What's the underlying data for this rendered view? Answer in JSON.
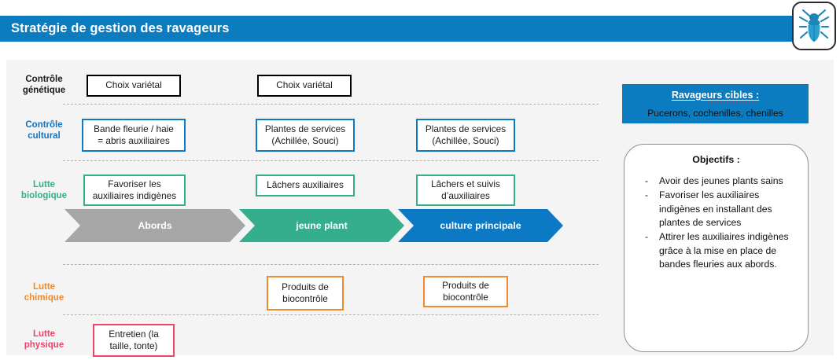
{
  "header": {
    "title": "Stratégie de gestion des ravageurs",
    "bar_color": "#0C7CC1",
    "badge_icon": "beetle-icon"
  },
  "rows": [
    {
      "key": "genetique",
      "label": "Contrôle\ngénétique",
      "label_line1": "Contrôle",
      "label_line2": "génétique",
      "color": "#1a1a1a"
    },
    {
      "key": "cultural",
      "label_line1": "Contrôle",
      "label_line2": "cultural",
      "color": "#1273BE"
    },
    {
      "key": "biologique",
      "label_line1": "Lutte",
      "label_line2": "biologique",
      "color": "#34AE8C"
    },
    {
      "key": "chimique",
      "label_line1": "Lutte",
      "label_line2": "chimique",
      "color": "#EE8B2E"
    },
    {
      "key": "physique",
      "label_line1": "Lutte",
      "label_line2": "physique",
      "color": "#F2436B"
    }
  ],
  "boxes": {
    "genetique": [
      {
        "line1": "Choix variétal",
        "line2": ""
      },
      {
        "line1": "Choix variétal",
        "line2": ""
      }
    ],
    "cultural": [
      {
        "line1": "Bande fleurie / haie",
        "line2": "= abris auxiliaires"
      },
      {
        "line1": "Plantes de services",
        "line2": "(Achillée, Souci)"
      },
      {
        "line1": "Plantes de services",
        "line2": "(Achillée, Souci)"
      }
    ],
    "biologique": [
      {
        "line1": "Favoriser les",
        "line2": "auxiliaires indigènes"
      },
      {
        "line1": "Lâchers auxiliaires",
        "line2": ""
      },
      {
        "line1": "Lâchers et suivis",
        "line2": "d’auxiliaires"
      }
    ],
    "chimique": [
      {
        "line1": "Produits de",
        "line2": "biocontrôle"
      },
      {
        "line1": "Produits de",
        "line2": "biocontrôle"
      }
    ],
    "physique": [
      {
        "line1": "Entretien (la",
        "line2": "taille, tonte)"
      }
    ]
  },
  "stages": [
    {
      "label": "Abords",
      "color": "#a6a6a6"
    },
    {
      "label": "jeune plant",
      "color": "#34AE8C"
    },
    {
      "label": "culture principale",
      "color": "#0B79C4"
    }
  ],
  "pests": {
    "title": "Ravageurs cibles :",
    "items": "Pucerons, cochenilles, chenilles",
    "bg_color": "#0C7CC1"
  },
  "objectives": {
    "title": "Objectifs :",
    "bullet": "-",
    "items": [
      "Avoir des jeunes plants sains",
      "Favoriser les auxiliaires indigènes en installant des plantes de services",
      "Attirer les auxiliaires indigènes grâce à la mise en place de bandes fleuries aux abords."
    ]
  }
}
